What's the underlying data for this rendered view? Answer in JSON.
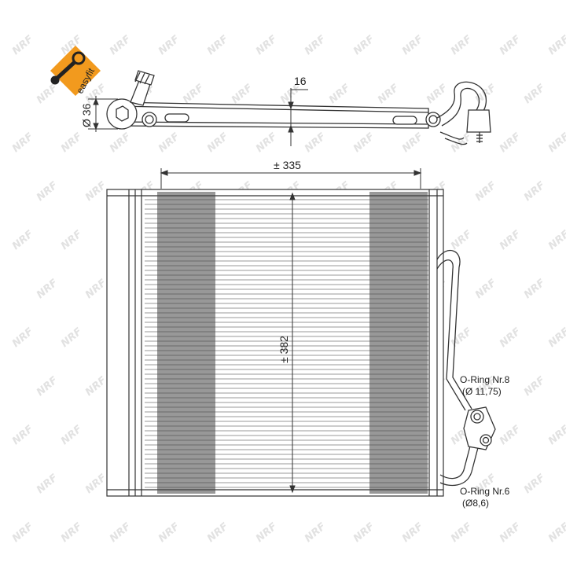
{
  "drawing": {
    "badge_text": "easyfit",
    "watermark_text": "NRF",
    "dimensions": {
      "top_diameter": "Ø 36",
      "top_offset": "16",
      "width": "± 335",
      "height": "± 382"
    },
    "annotations": {
      "oring_top_line1": "O-Ring Nr.8",
      "oring_top_line2": "(Ø 11,75)",
      "oring_bottom_line1": "O-Ring Nr.6",
      "oring_bottom_line2": "(Ø8,6)"
    },
    "colors": {
      "line": "#333333",
      "fins": "#555555",
      "badge": "#f29a1e",
      "watermark": "#e2e2e2"
    }
  }
}
